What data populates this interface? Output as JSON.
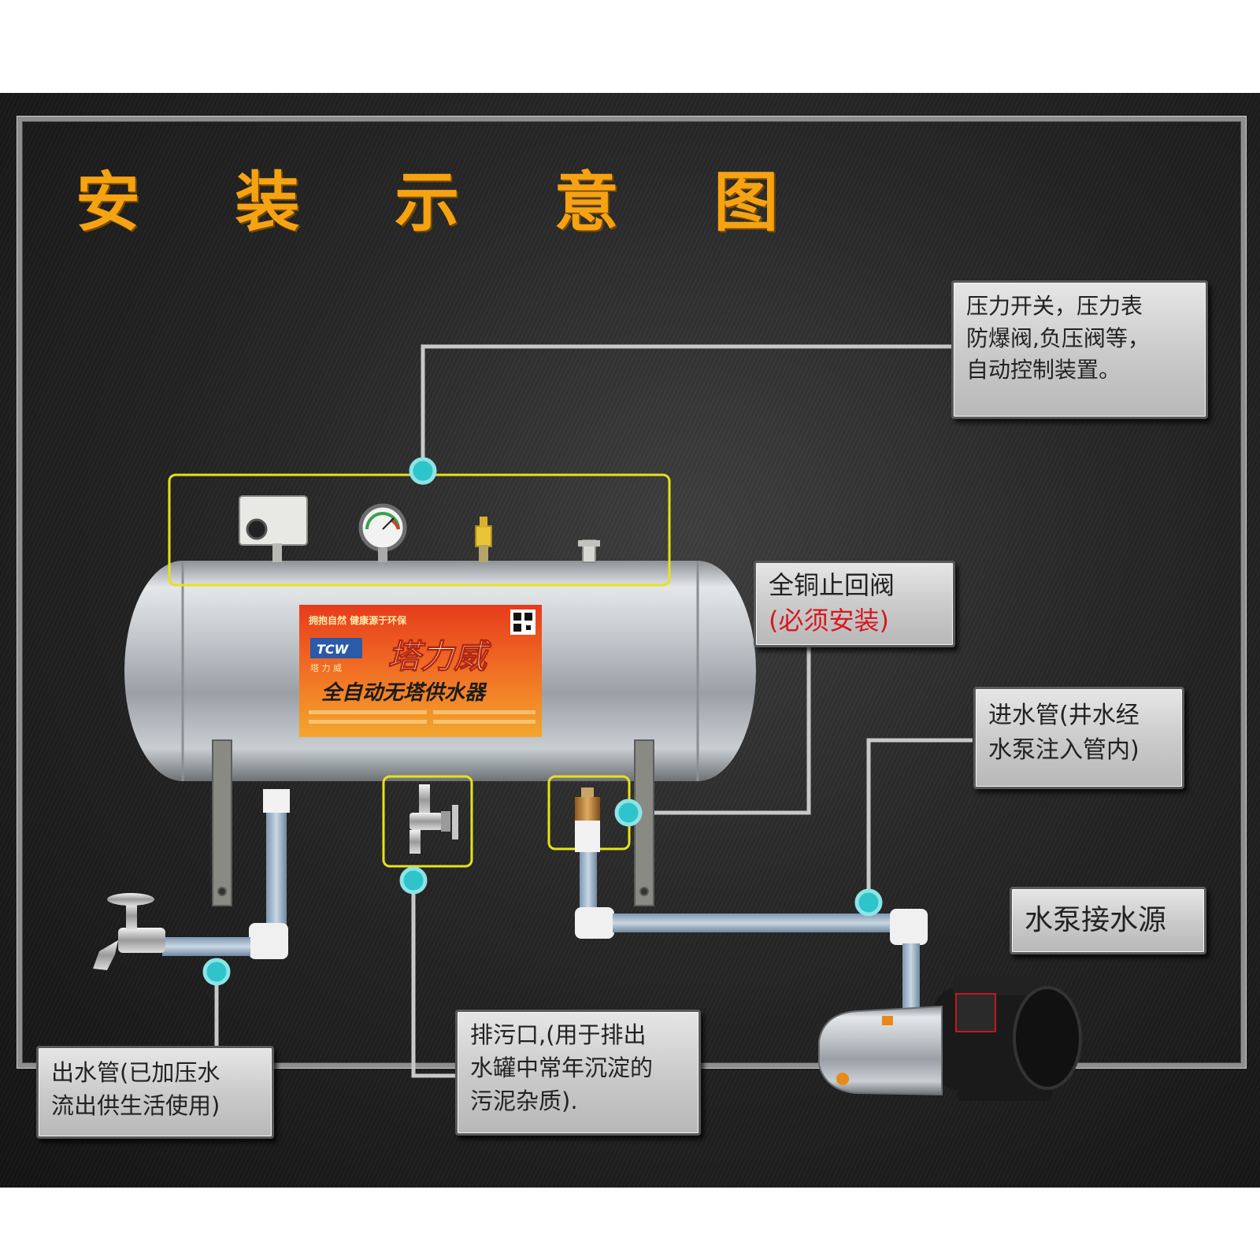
{
  "title": "安 装 示 意 图",
  "labels": {
    "controls": [
      "压力开关，压力表",
      "防爆阀,负压阀等，",
      "自动控制装置。"
    ],
    "check_valve": [
      "全铜止回阀",
      "(必须安装)"
    ],
    "inlet": [
      "进水管(井水经",
      "水泵注入管内)"
    ],
    "pump_source": [
      "水泵接水源"
    ],
    "drain": [
      "排污口,(用于排出",
      "水罐中常年沉淀的",
      "污泥杂质)."
    ],
    "outlet": [
      "出水管(已加压水",
      "流出供生活使用)"
    ]
  },
  "tank_sticker": {
    "slogan": "拥抱自然 健康源于环保",
    "brand_logo": "TCW",
    "brand_sub": "塔 力 威",
    "brand": "塔力威",
    "product": "全自动无塔供水器"
  },
  "colors": {
    "title": "#f5a312",
    "highlight_box": "#e6e21a",
    "marker": "#2ec4c9",
    "leader_line": "#c8c8c8",
    "required_text": "#d6181f"
  },
  "icons": [
    "pressure-switch-icon",
    "pressure-gauge-icon",
    "safety-valve-icon",
    "vacuum-valve-icon",
    "faucet-icon",
    "drain-valve-icon",
    "check-valve-icon",
    "water-pump-icon"
  ]
}
